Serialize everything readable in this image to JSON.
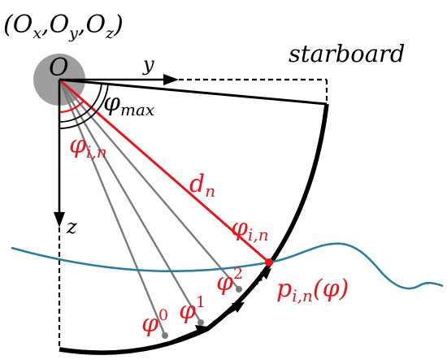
{
  "labels": {
    "origin_coords": "(O",
    "origin_coords_x_sub": "x",
    "origin_coords_sep1": ",O",
    "origin_coords_y_sub": "y",
    "origin_coords_sep2": ",O",
    "origin_coords_z_sub": "z",
    "origin_coords_close": ")",
    "origin": "O",
    "y_axis": "y",
    "z_axis": "z",
    "starboard": "starboard",
    "phi_max_phi": "φ",
    "phi_max_sub": "max",
    "phi_in_phi": "φ",
    "phi_in_sub": "i,n",
    "dn_d": "d",
    "dn_sub": "n",
    "phi_in2_phi": "φ",
    "phi_in2_sub": "i,n",
    "phi0": "φ",
    "phi0_sup": "0",
    "phi1": "φ",
    "phi1_sup": "1",
    "phi2": "φ",
    "phi2_sup": "2",
    "point_p": "p",
    "point_p_sub": "i,n",
    "point_p_arg": "(φ)"
  },
  "colors": {
    "black": "#000000",
    "red": "#e8141b",
    "gray": "#7a7a7a",
    "origin_circle": "#9e9e9e",
    "curve": "#2a7d9c"
  }
}
